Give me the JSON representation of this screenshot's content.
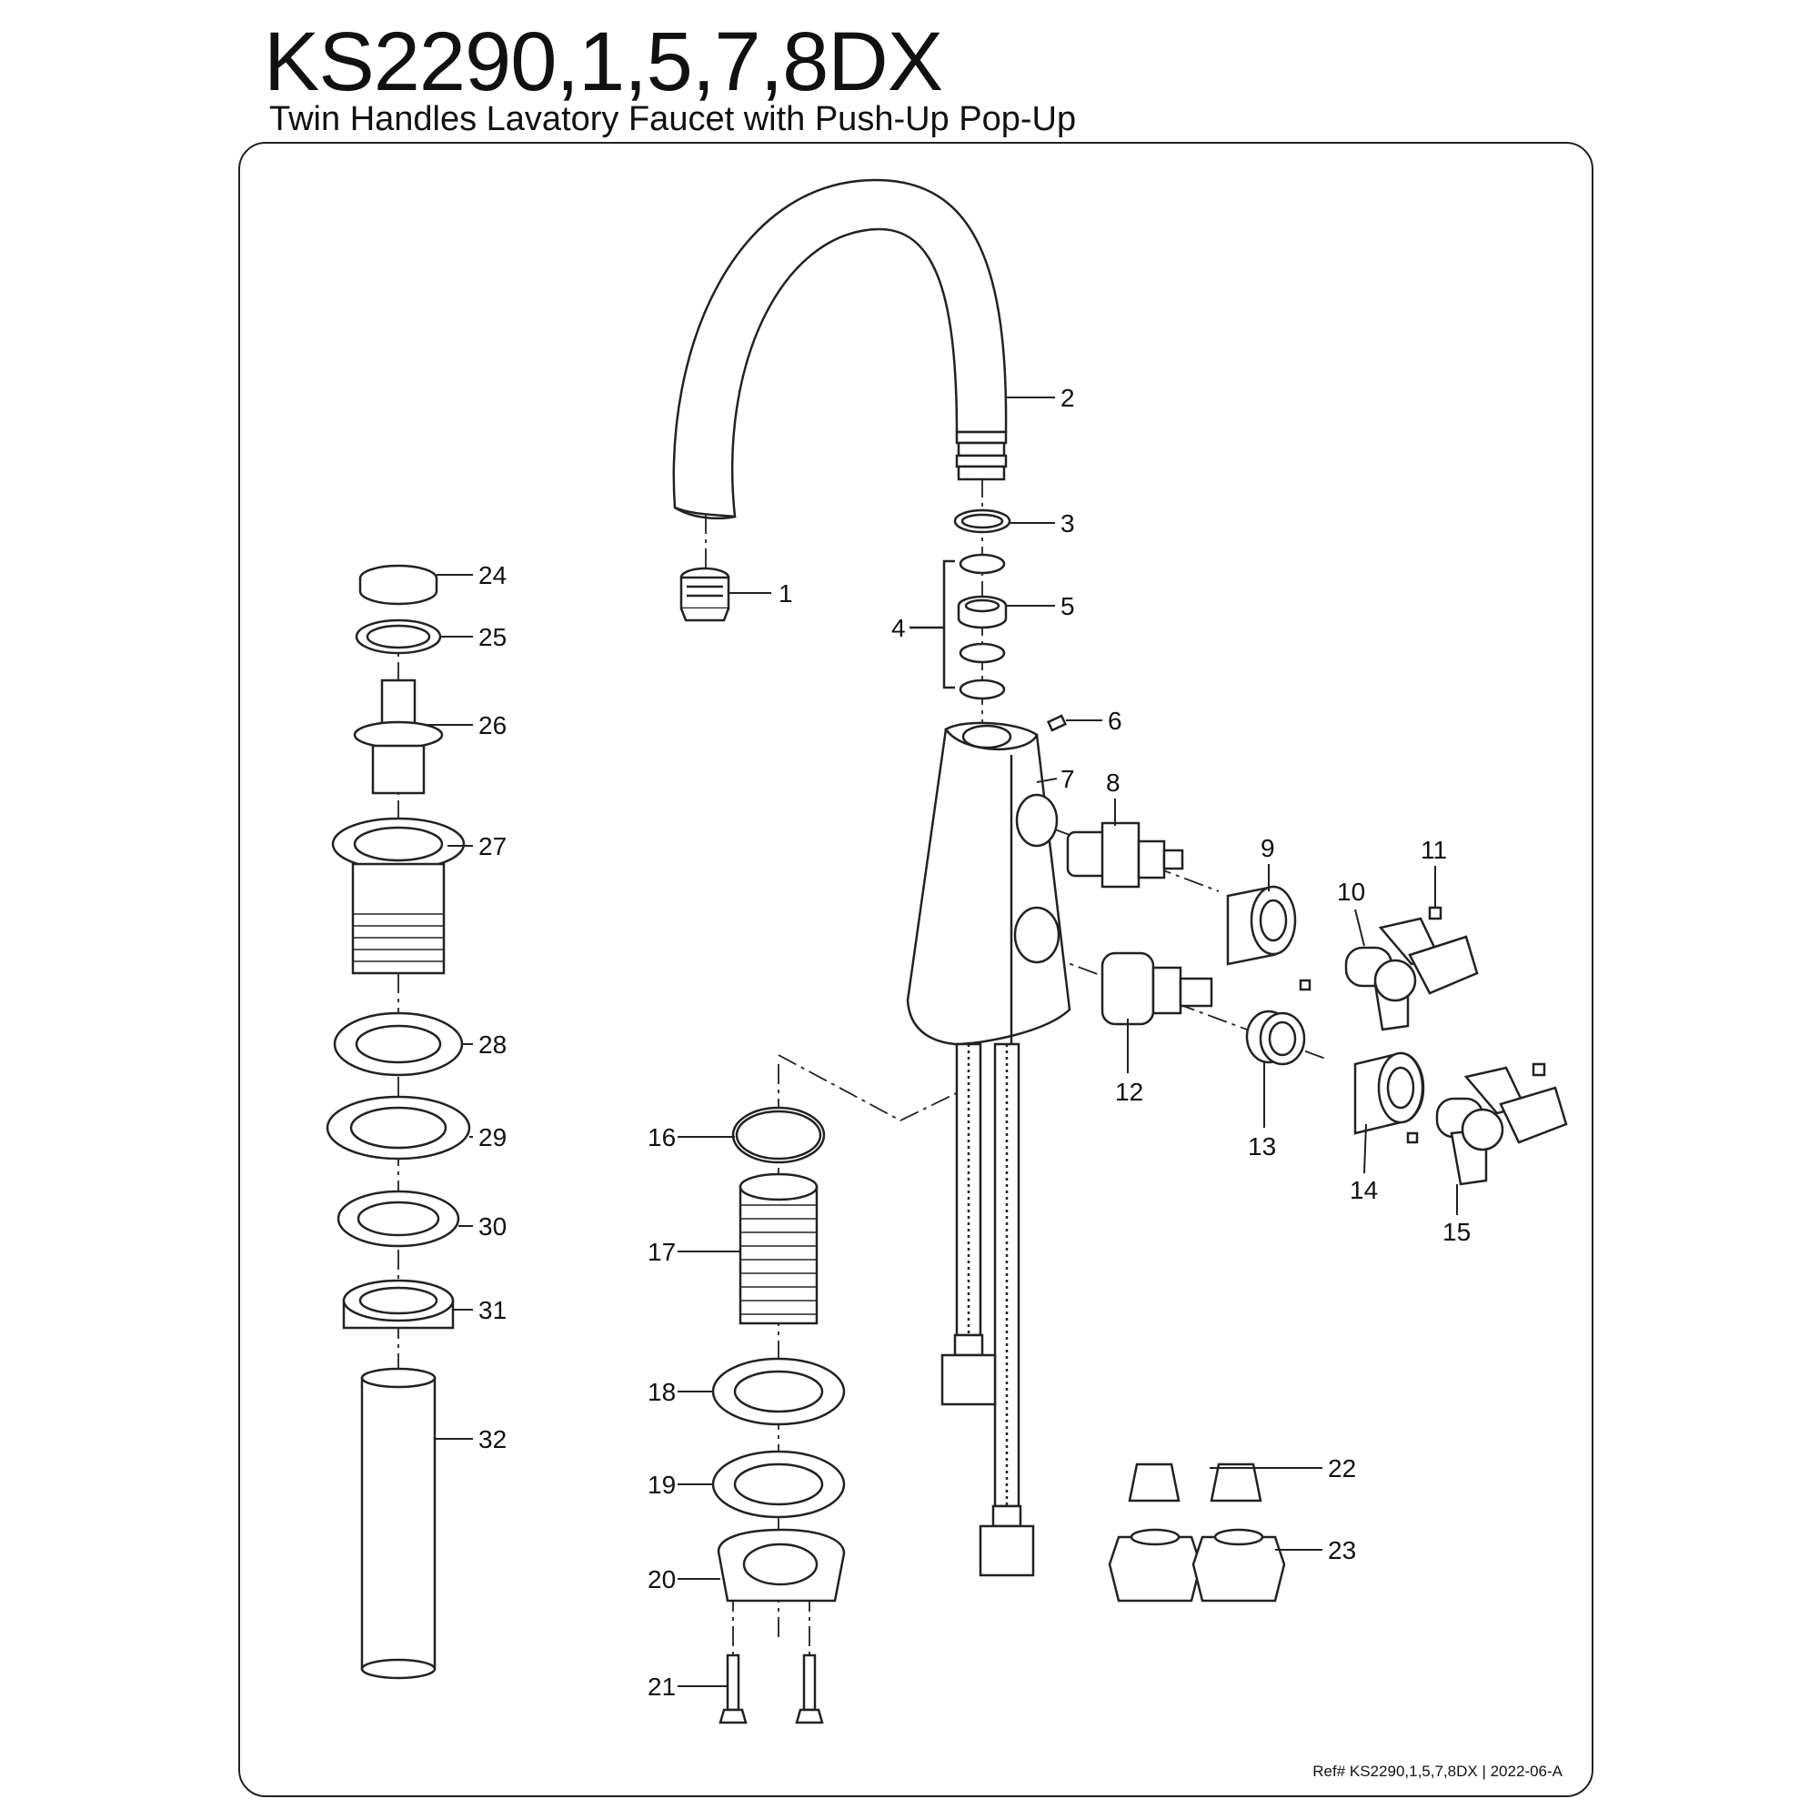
{
  "header": {
    "title": "KS2290,1,5,7,8DX",
    "subtitle": "Twin Handles Lavatory Faucet with Push-Up Pop-Up"
  },
  "parts": [
    {
      "id": "1",
      "label": "1"
    },
    {
      "id": "2",
      "label": "2"
    },
    {
      "id": "3",
      "label": "3"
    },
    {
      "id": "4",
      "label": "4"
    },
    {
      "id": "5",
      "label": "5"
    },
    {
      "id": "6",
      "label": "6"
    },
    {
      "id": "7",
      "label": "7"
    },
    {
      "id": "8",
      "label": "8"
    },
    {
      "id": "9",
      "label": "9"
    },
    {
      "id": "10",
      "label": "10"
    },
    {
      "id": "11",
      "label": "11"
    },
    {
      "id": "12",
      "label": "12"
    },
    {
      "id": "13",
      "label": "13"
    },
    {
      "id": "14",
      "label": "14"
    },
    {
      "id": "15",
      "label": "15"
    },
    {
      "id": "16",
      "label": "16"
    },
    {
      "id": "17",
      "label": "17"
    },
    {
      "id": "18",
      "label": "18"
    },
    {
      "id": "19",
      "label": "19"
    },
    {
      "id": "20",
      "label": "20"
    },
    {
      "id": "21",
      "label": "21"
    },
    {
      "id": "22",
      "label": "22"
    },
    {
      "id": "23",
      "label": "23"
    },
    {
      "id": "24",
      "label": "24"
    },
    {
      "id": "25",
      "label": "25"
    },
    {
      "id": "26",
      "label": "26"
    },
    {
      "id": "27",
      "label": "27"
    },
    {
      "id": "28",
      "label": "28"
    },
    {
      "id": "29",
      "label": "29"
    },
    {
      "id": "30",
      "label": "30"
    },
    {
      "id": "31",
      "label": "31"
    },
    {
      "id": "32",
      "label": "32"
    }
  ],
  "footer": {
    "ref": "Ref# KS2290,1,5,7,8DX | 2022-06-A"
  }
}
